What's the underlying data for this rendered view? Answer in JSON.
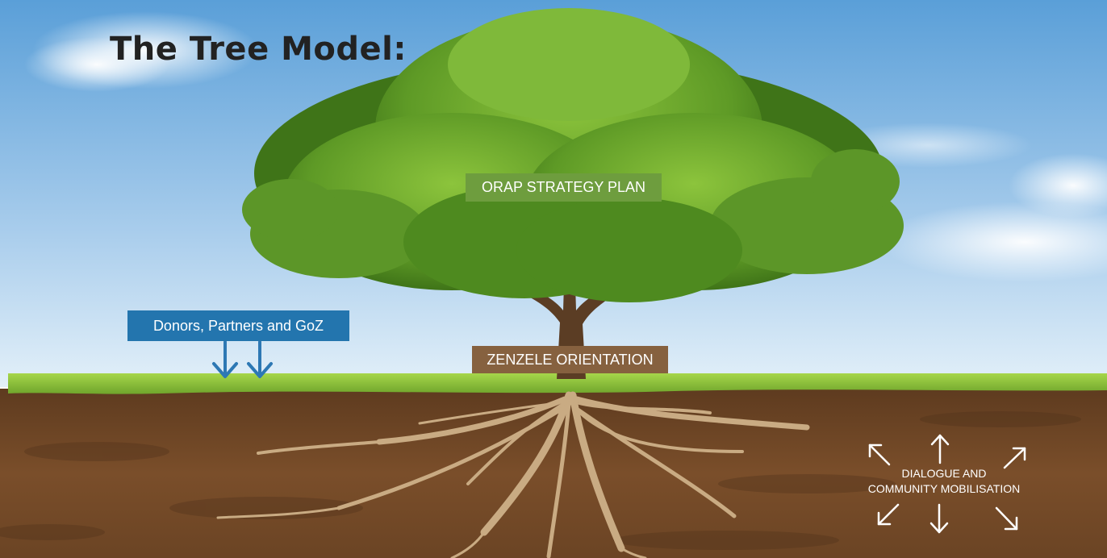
{
  "title": "The Tree Model:",
  "labels": {
    "strategy": "ORAP STRATEGY PLAN",
    "donors": "Donors, Partners and GoZ",
    "zenzele": "ZENZELE ORIENTATION",
    "dialogue_line1": "DIALOGUE AND",
    "dialogue_line2": "COMMUNITY MOBILISATION"
  },
  "colors": {
    "sky": "#5a9fd8",
    "grass": "#8fc63d",
    "soil": "#6b4424",
    "strategy_box": "#6e9d3e",
    "donors_box": "#2375ae",
    "zenzele_box": "#86613f",
    "arrow_blue": "#2d78b4"
  },
  "icons": {
    "down_arrows": [
      "arrow-down-icon",
      "arrow-down-icon"
    ],
    "radiating_arrows": [
      "arrow-up-left-icon",
      "arrow-up-icon",
      "arrow-up-right-icon",
      "arrow-down-left-icon",
      "arrow-down-icon",
      "arrow-down-right-icon"
    ]
  }
}
